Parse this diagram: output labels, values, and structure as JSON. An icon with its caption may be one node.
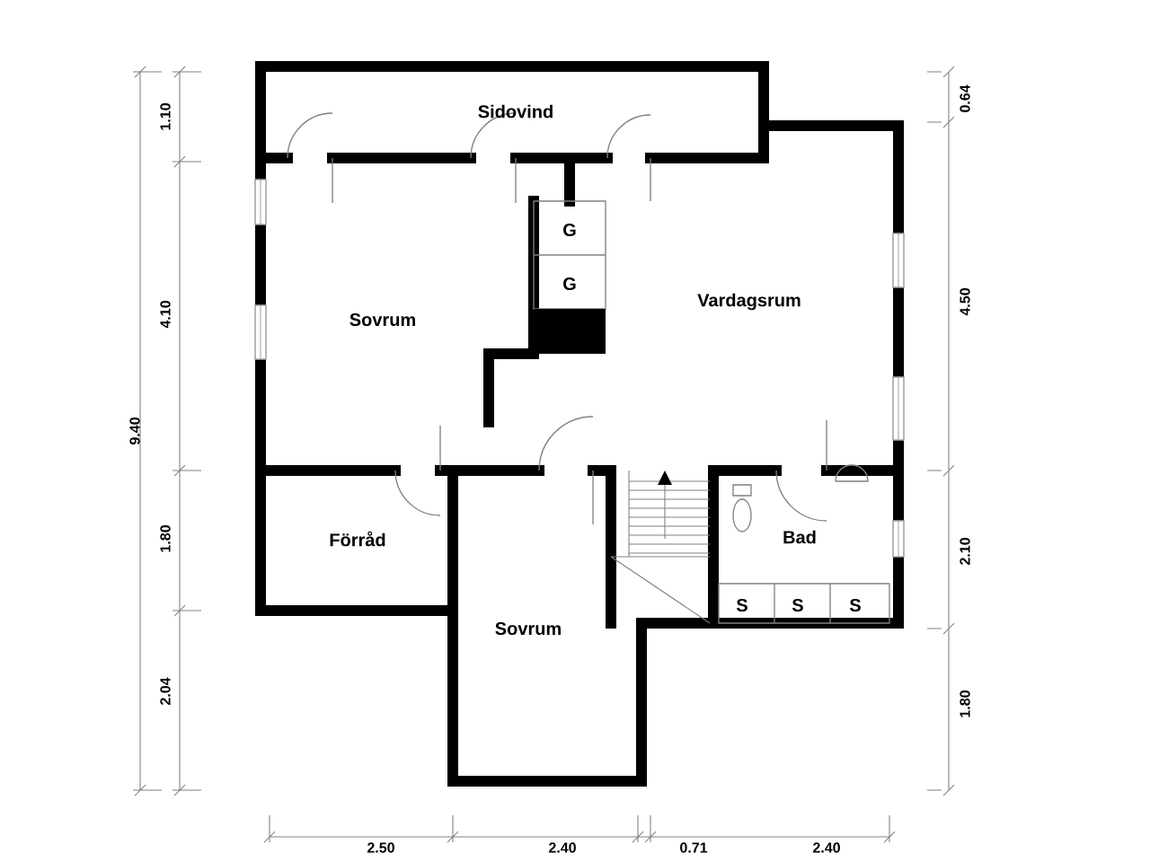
{
  "diagram": {
    "labels": [
      "1.10",
      "0.64",
      "Sidovind",
      "G",
      "G",
      "4.10",
      "Sovrum",
      "Vardagsrum",
      "4.50",
      "9.40",
      "Förråd",
      "1.80",
      "Bad",
      "2.10",
      "S",
      "S",
      "S",
      "Sovrum",
      "2.04",
      "1.80",
      "2.50",
      "2.40",
      "0.71",
      "2.40"
    ]
  }
}
